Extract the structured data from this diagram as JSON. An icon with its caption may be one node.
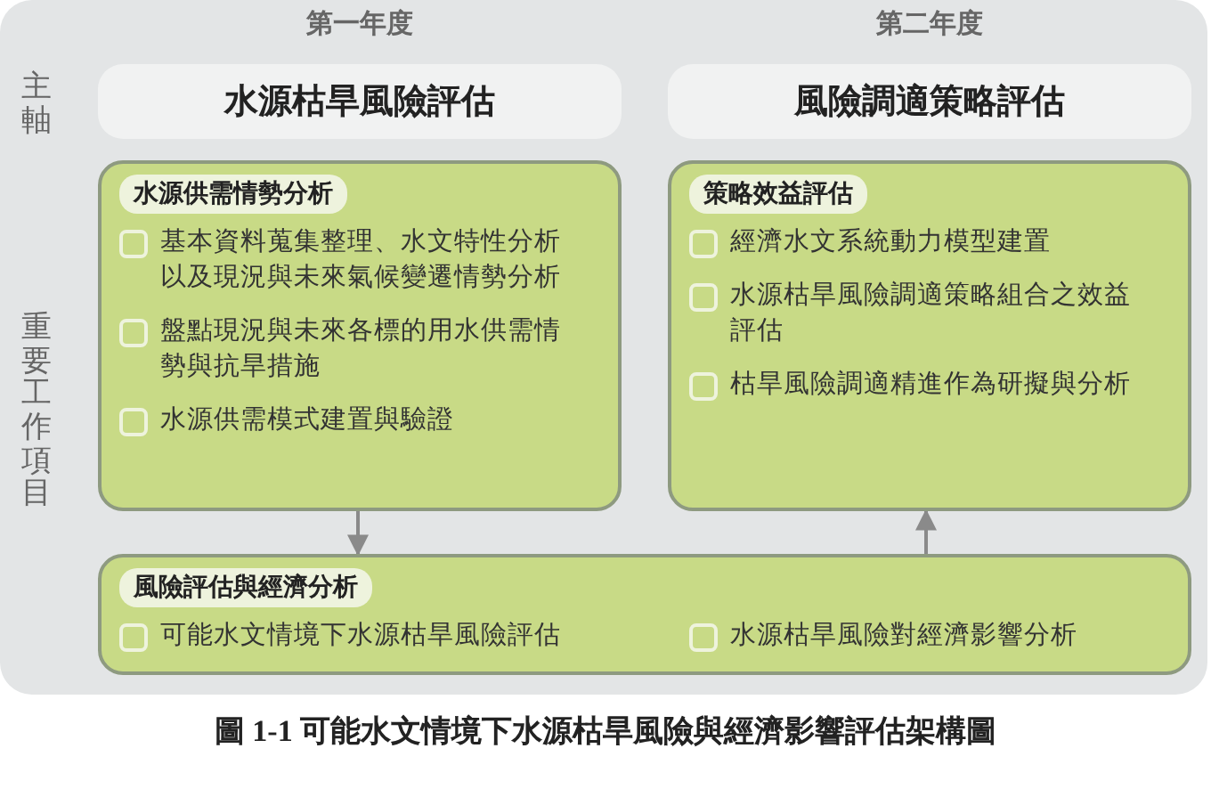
{
  "diagram": {
    "caption": "圖 1-1 可能水文情境下水源枯旱風險與經濟影響評估架構圖",
    "nodes": [
      {
        "text": [
          "水源枯旱風險評估"
        ],
        "beside": [
          "第一年度"
        ]
      },
      {
        "text": [
          "風險調適策略評估"
        ],
        "beside": [
          "第二年度"
        ]
      },
      {
        "text": [
          "水源供需情勢分析",
          "基本資料蒐集整理、水文特性分析以及現況與未來氣候變遷情勢分析",
          "盤點現況與未來各標的用水供需情勢與抗旱措施",
          "水源供需模式建置與驗證"
        ]
      },
      {
        "text": [
          "策略效益評估",
          "經濟水文系統動力模型建置",
          "水源枯旱風險調適策略組合之效益評估",
          "枯旱風險調適精進作為研擬與分析"
        ]
      },
      {
        "text": [
          "風險評估與經濟分析",
          "可能水文情境下水源枯旱風險評估",
          "水源枯旱風險對經濟影響分析"
        ]
      }
    ],
    "edges": [
      {
        "from": 2,
        "to": 4,
        "arrow": "to"
      },
      {
        "from": 4,
        "to": 3,
        "arrow": "to"
      }
    ],
    "labels": [
      "主軸",
      "重要工作項目"
    ]
  }
}
